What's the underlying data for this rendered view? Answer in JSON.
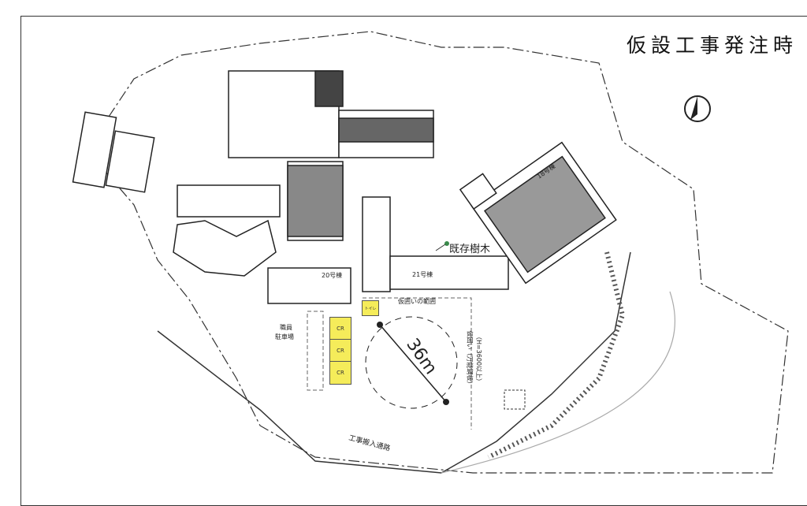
{
  "title": "仮設工事発注時",
  "labels": {
    "bldg18": "18号棟",
    "bldg20": "20号棟",
    "bldg21": "21号棟",
    "tree": "既存樹木",
    "fence_area": "仮囲いの範囲",
    "toilet": "トイレ",
    "cr": [
      "CR",
      "CR",
      "CR"
    ],
    "parking": [
      "職員",
      "駐車場"
    ],
    "radius": "36m",
    "fence_note": "仮囲い（万能鋼板）",
    "fence_height": "（H=3600以上）",
    "road": "工事搬入通路"
  },
  "colors": {
    "highlight": "#f5ec5a",
    "tree": "#3a8a4a"
  }
}
